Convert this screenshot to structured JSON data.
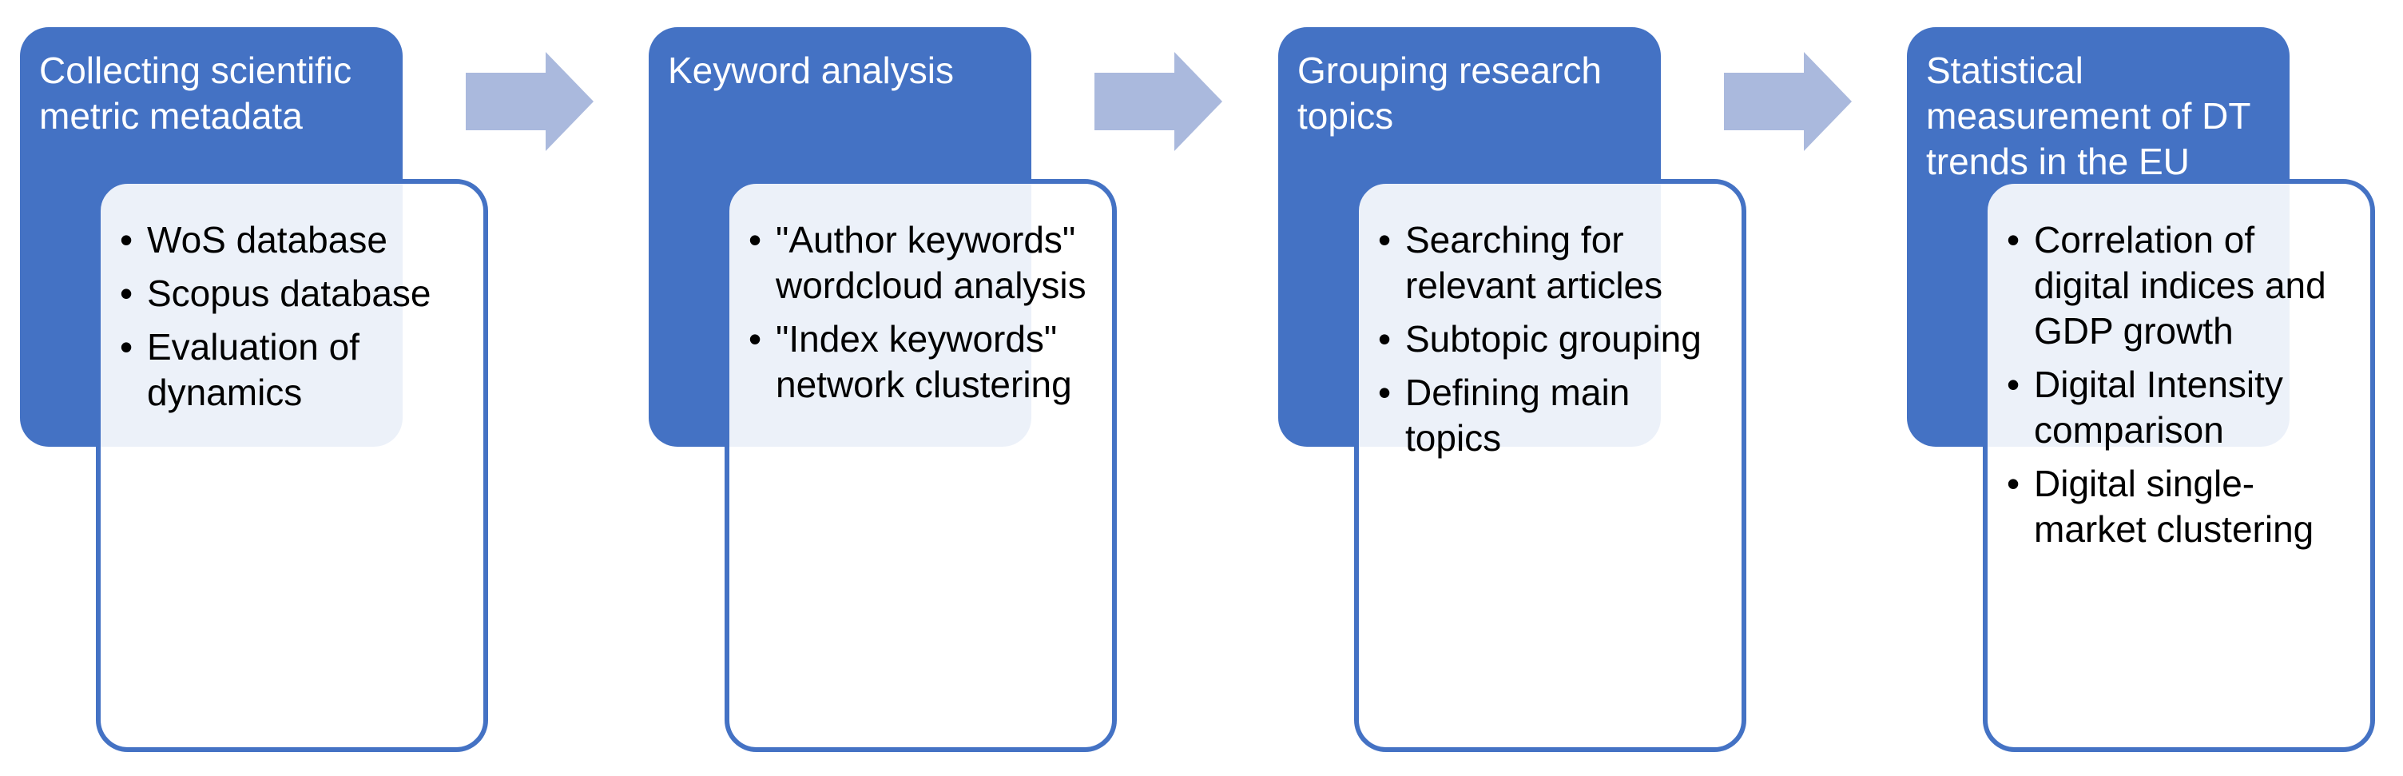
{
  "colors": {
    "box_fill": "#4472c4",
    "box_border": "#4472c4",
    "arrow_fill": "#aab9dd",
    "header_text": "#ffffff",
    "body_text": "#000000"
  },
  "steps": [
    {
      "title": "Collecting scientific metric metadata",
      "items": [
        "WoS database",
        "Scopus database",
        "Evaluation of dynamics"
      ]
    },
    {
      "title": "Keyword analysis",
      "items": [
        "\"Author keywords\" wordcloud analysis",
        "\"Index keywords\" network clustering"
      ]
    },
    {
      "title": "Grouping research topics",
      "items": [
        "Searching for relevant articles",
        "Subtopic grouping",
        "Defining main topics"
      ]
    },
    {
      "title": "Statistical measurement of DT trends in the EU",
      "items": [
        "Correlation of digital indices and GDP growth",
        "Digital Intensity comparison",
        "Digital single-market clustering"
      ]
    }
  ]
}
